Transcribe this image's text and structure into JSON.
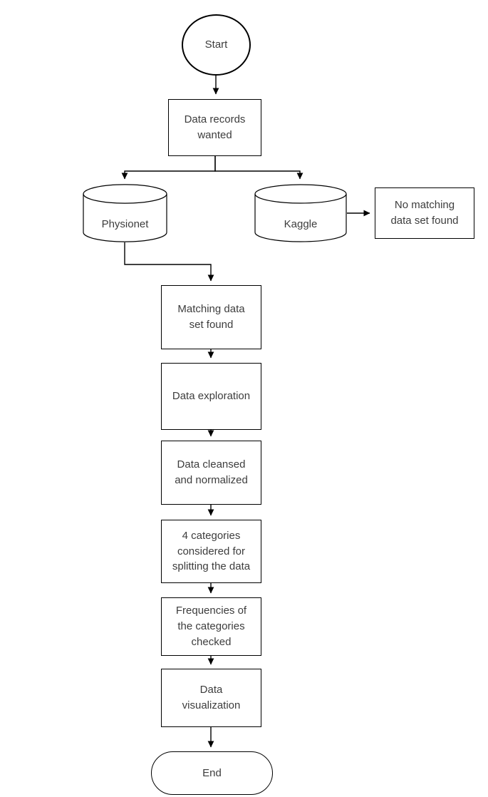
{
  "diagram": {
    "title": "Data records workflow flowchart",
    "stroke_color": "#000000",
    "text_color": "#3d3d3d",
    "background_color": "#ffffff"
  },
  "nodes": {
    "start": {
      "label": "Start",
      "shape": "circle"
    },
    "data_records_wanted": {
      "label": "Data records\nwanted",
      "shape": "process"
    },
    "physionet": {
      "label": "Physionet",
      "shape": "database"
    },
    "kaggle": {
      "label": "Kaggle",
      "shape": "database"
    },
    "no_matching": {
      "label": "No matching\ndata set found",
      "shape": "process"
    },
    "matching_found": {
      "label": "Matching data\nset found",
      "shape": "process"
    },
    "data_exploration": {
      "label": "Data exploration",
      "shape": "process"
    },
    "data_cleansed": {
      "label": "Data cleansed\nand normalized",
      "shape": "process"
    },
    "four_categories": {
      "label": "4 categories\nconsidered for\nsplitting the data",
      "shape": "process"
    },
    "frequencies": {
      "label": "Frequencies of\nthe categories\nchecked",
      "shape": "process"
    },
    "data_visualization": {
      "label": "Data\nvisualization",
      "shape": "process"
    },
    "end": {
      "label": "End",
      "shape": "terminator"
    }
  },
  "edges": [
    {
      "from": "start",
      "to": "data_records_wanted",
      "label": ""
    },
    {
      "from": "data_records_wanted",
      "to": "physionet",
      "label": ""
    },
    {
      "from": "data_records_wanted",
      "to": "kaggle",
      "label": ""
    },
    {
      "from": "kaggle",
      "to": "no_matching",
      "label": ""
    },
    {
      "from": "physionet",
      "to": "matching_found",
      "label": ""
    },
    {
      "from": "matching_found",
      "to": "data_exploration",
      "label": ""
    },
    {
      "from": "data_exploration",
      "to": "data_cleansed",
      "label": ""
    },
    {
      "from": "data_cleansed",
      "to": "four_categories",
      "label": ""
    },
    {
      "from": "four_categories",
      "to": "frequencies",
      "label": ""
    },
    {
      "from": "frequencies",
      "to": "data_visualization",
      "label": ""
    },
    {
      "from": "data_visualization",
      "to": "end",
      "label": ""
    }
  ]
}
